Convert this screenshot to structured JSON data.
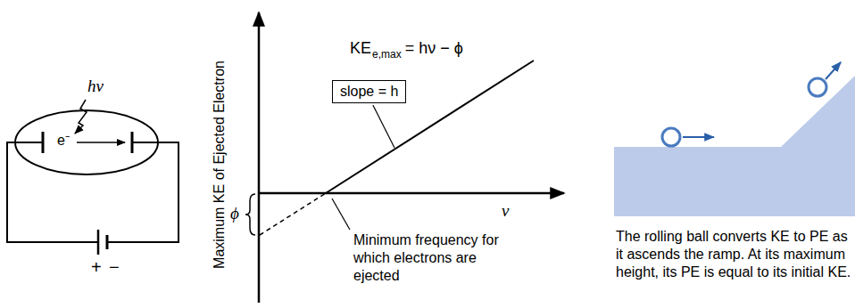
{
  "diagram": {
    "nodes": [
      {
        "text": [
          "slope = h"
        ]
      }
    ],
    "labels": [
      "hν",
      "e⁻",
      "+",
      "−",
      "Maximum KE of Ejected Electron",
      "KE",
      "e,max",
      "= hν − ϕ",
      "ν",
      "ϕ",
      "Minimum frequency for which electrons are ejected",
      "The rolling ball converts KE to PE as it ascends the ramp. At its maximum height, its PE is equal to its initial KE."
    ]
  }
}
